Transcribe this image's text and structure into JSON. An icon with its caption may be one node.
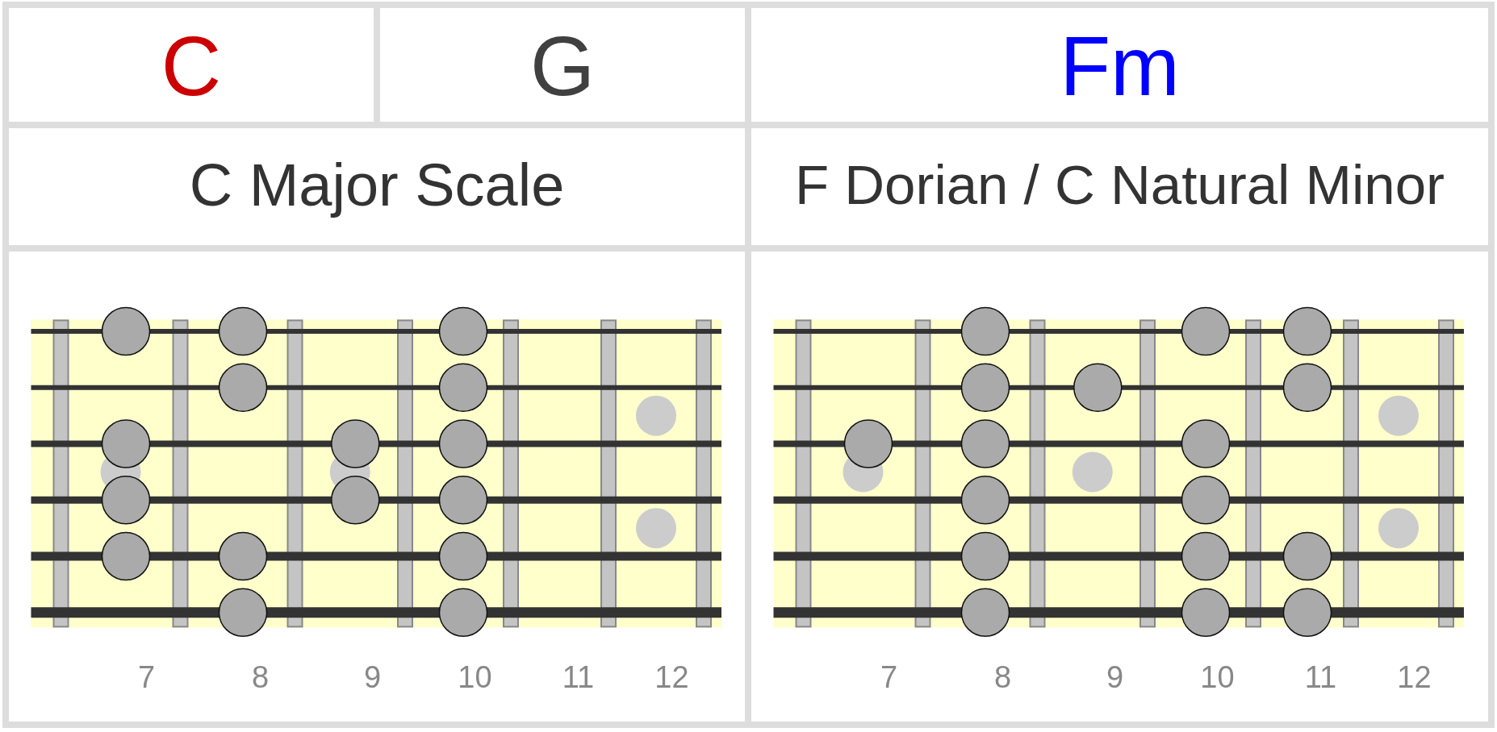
{
  "diagram": {
    "labels": [
      "C",
      "G",
      "Fm",
      "C Major Scale",
      "F Dorian / C Natural Minor",
      "7",
      "8",
      "9",
      "10",
      "11",
      "12",
      "7",
      "8",
      "9",
      "10",
      "11",
      "12"
    ]
  }
}
